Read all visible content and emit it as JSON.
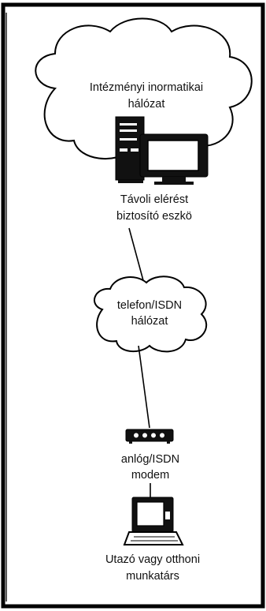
{
  "nodes": {
    "network_cloud": {
      "line1": "Intézményi inormatikai",
      "line2": "hálózat"
    },
    "access_device": {
      "line1": "Távoli elérést",
      "line2": "biztosító eszkö"
    },
    "phone_cloud": {
      "line1": "telefon/ISDN",
      "line2": "hálózat"
    },
    "modem": {
      "line1": "anlóg/ISDN",
      "line2": "modem"
    },
    "worker": {
      "line1": "Utazó vagy otthoni",
      "line2": "munkatárs"
    }
  },
  "icons": [
    "server-tower-icon",
    "monitor-icon",
    "cloud-icon",
    "modem-icon",
    "laptop-icon"
  ]
}
